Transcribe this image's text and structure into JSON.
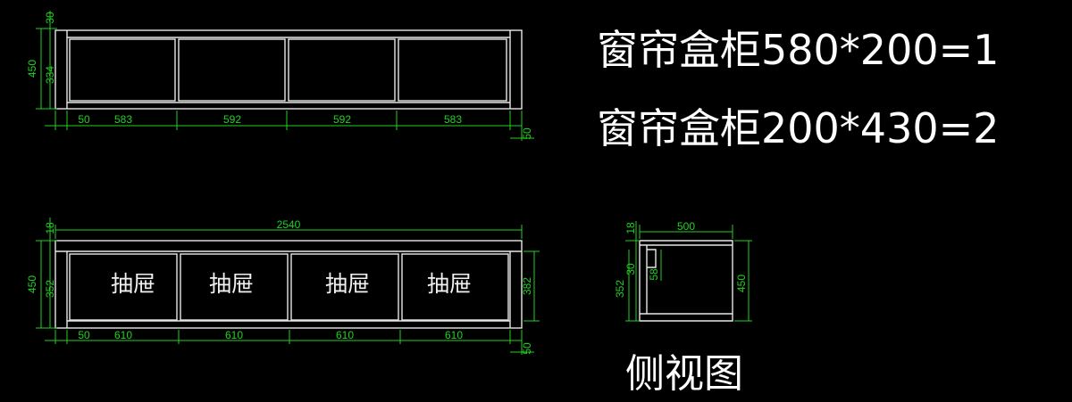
{
  "notes": {
    "line1": "窗帘盒柜580*200=1",
    "line2": "窗帘盒柜200*430=2",
    "side_view": "侧视图"
  },
  "top_view": {
    "height_dims": [
      "30",
      "450",
      "334"
    ],
    "width_dims": [
      "50",
      "583",
      "592",
      "592",
      "583"
    ],
    "end_dim": "50"
  },
  "front_view": {
    "overall": "2540",
    "left_dims": [
      "18",
      "450",
      "352"
    ],
    "right_dim": "382",
    "drawer_label": "抽屉",
    "drawers": [
      "抽屉",
      "抽屉",
      "抽屉",
      "抽屉"
    ],
    "width_dims": [
      "50",
      "610",
      "610",
      "610",
      "610"
    ],
    "end_dim": "50"
  },
  "side_view_dims": {
    "depth": "500",
    "top": "18",
    "left_30": "30",
    "left_352": "352",
    "inner_58": "58",
    "height": "450"
  },
  "colors": {
    "background": "#000000",
    "lines": "#e8e8e8",
    "dimensions": "#22d122",
    "text": "#ffffff"
  }
}
